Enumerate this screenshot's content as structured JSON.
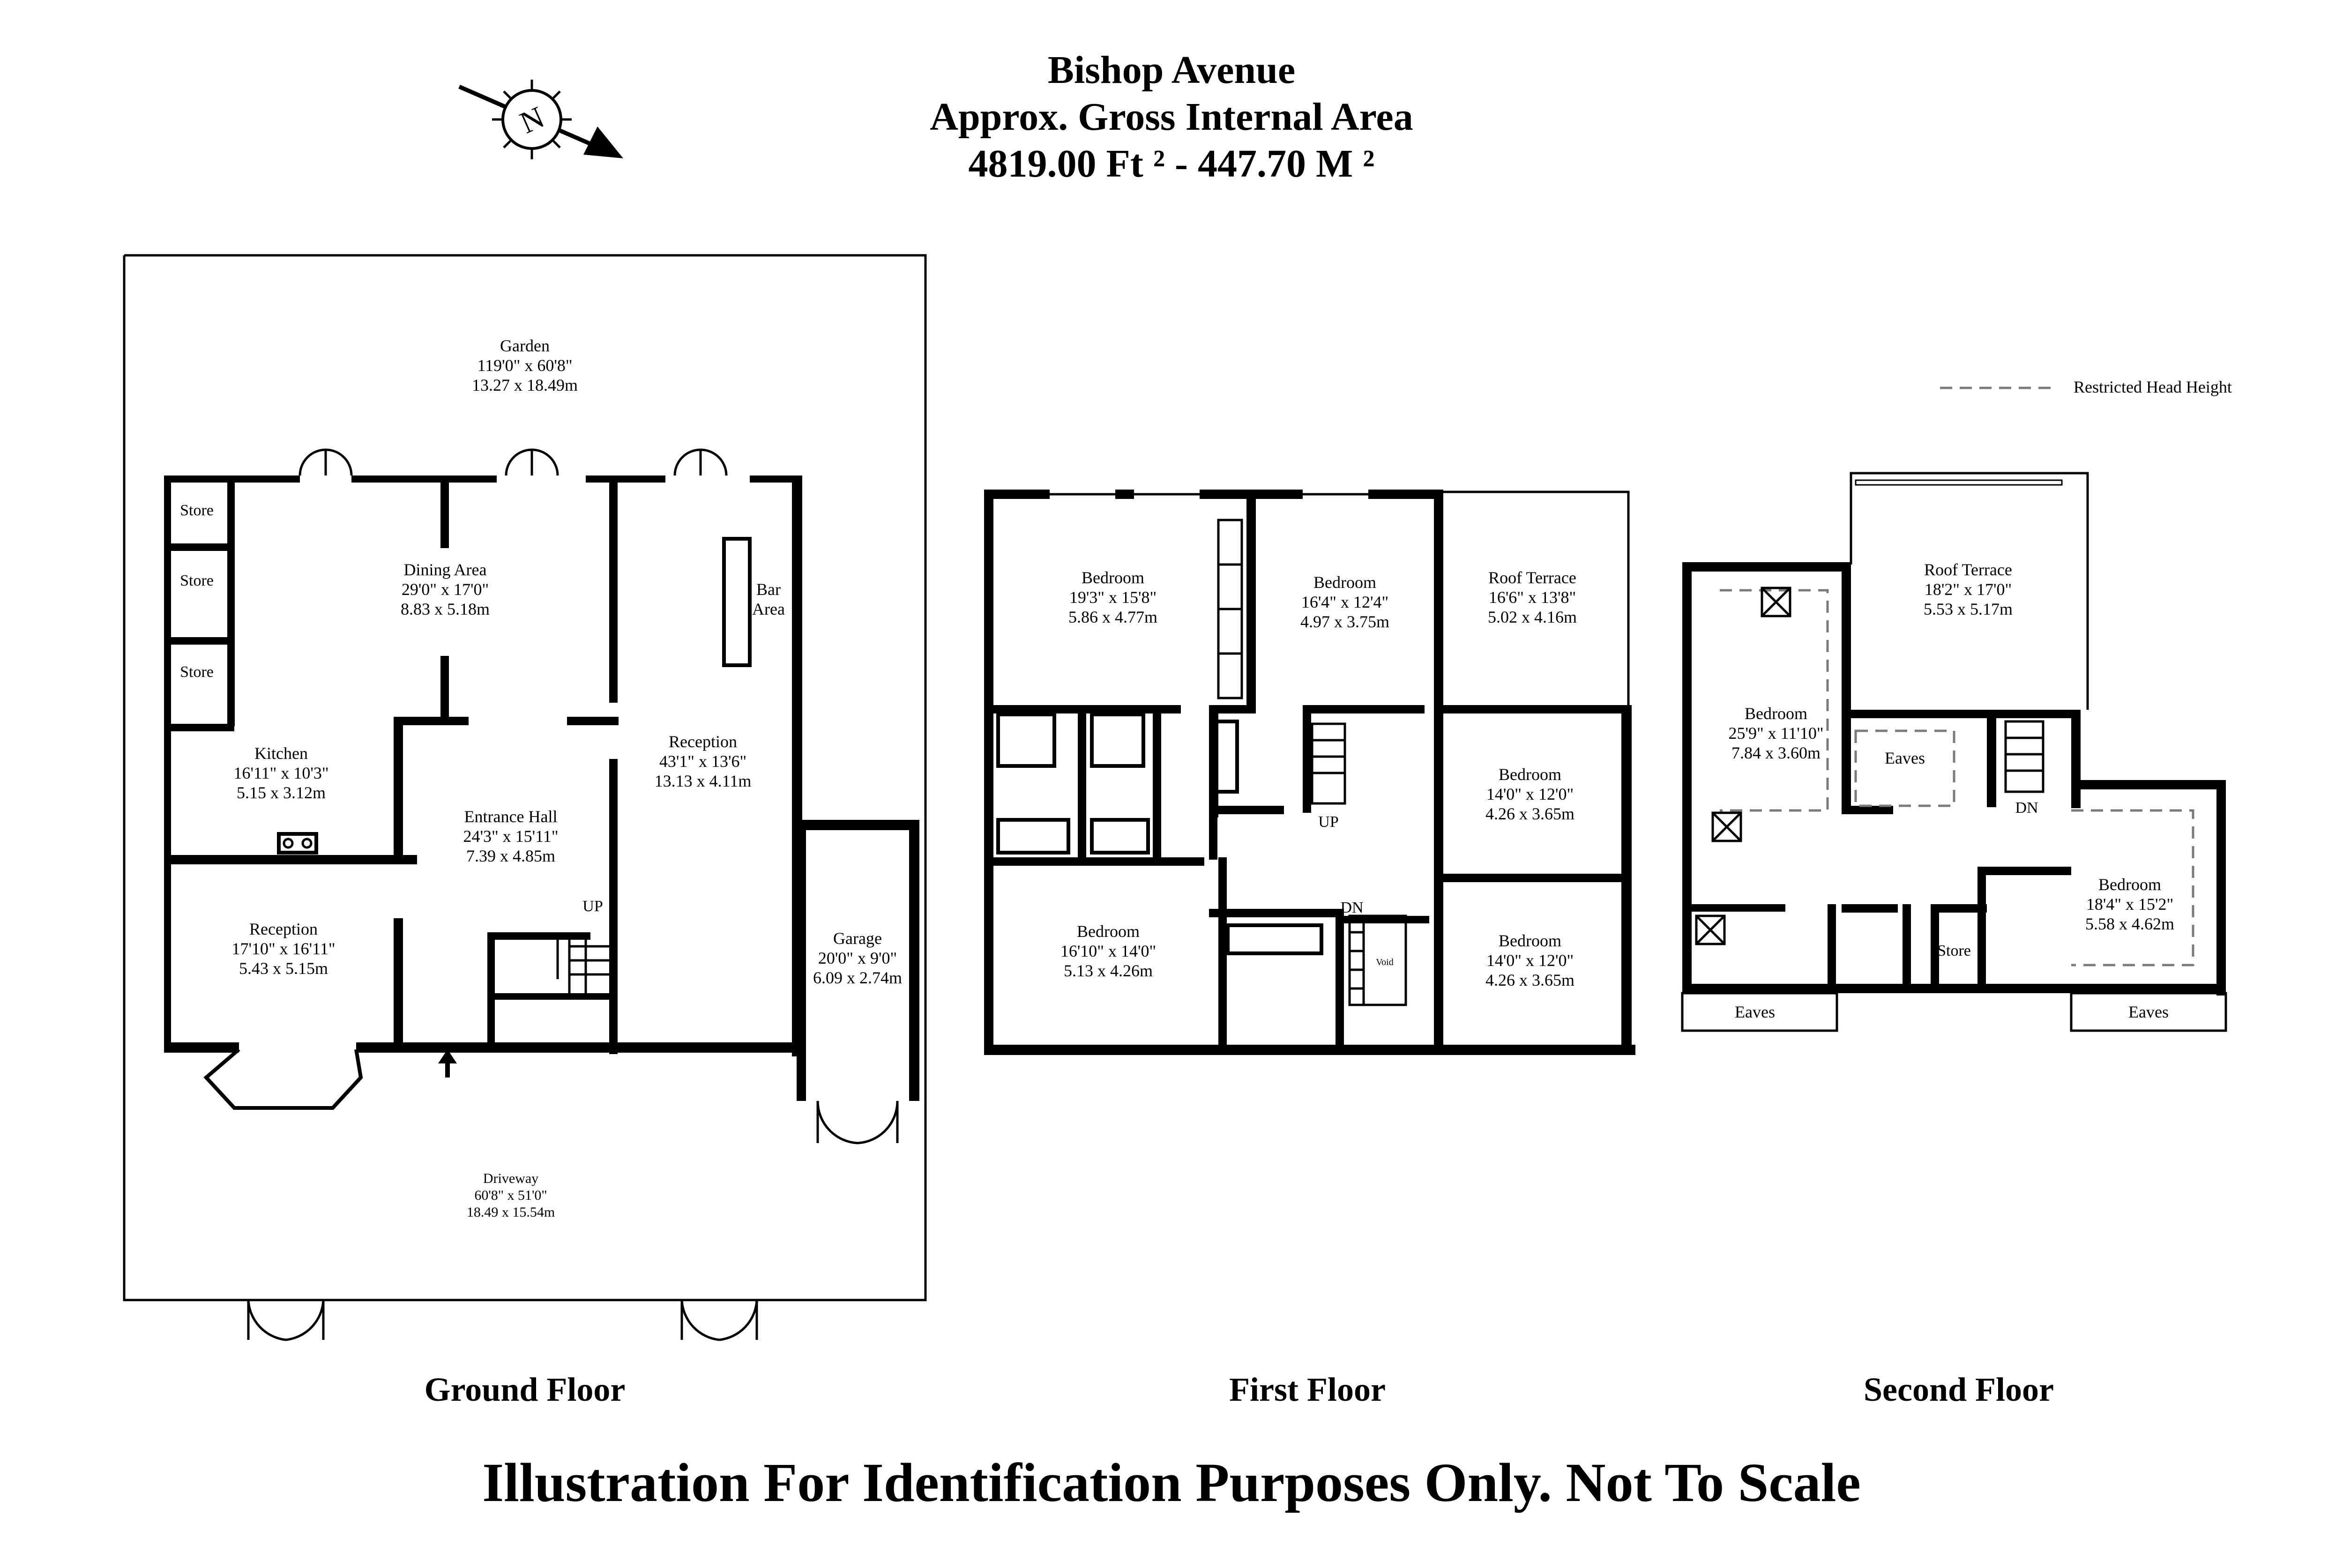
{
  "header": {
    "title": "Bishop Avenue",
    "subtitle": "Approx. Gross Internal Area",
    "area": "4819.00 Ft ² - 447.70 M ²"
  },
  "compass": {
    "letter": "N"
  },
  "legend": {
    "restricted": "Restricted Head Height"
  },
  "ground_floor": {
    "label": "Ground Floor",
    "garden": {
      "name": "Garden",
      "imperial": "119'0\" x 60'8\"",
      "metric": "13.27 x 18.49m"
    },
    "store1": "Store",
    "store2": "Store",
    "store3": "Store",
    "dining": {
      "name": "Dining Area",
      "imperial": "29'0\" x 17'0\"",
      "metric": "8.83 x 5.18m"
    },
    "bar": {
      "line1": "Bar",
      "line2": "Area"
    },
    "kitchen": {
      "name": "Kitchen",
      "imperial": "16'11\" x 10'3\"",
      "metric": "5.15 x 3.12m"
    },
    "reception_right": {
      "name": "Reception",
      "imperial": "43'1\" x 13'6\"",
      "metric": "13.13 x 4.11m"
    },
    "entrance": {
      "name": "Entrance Hall",
      "imperial": "24'3\" x 15'11\"",
      "metric": "7.39 x 4.85m"
    },
    "up": "UP",
    "reception_left": {
      "name": "Reception",
      "imperial": "17'10\" x 16'11\"",
      "metric": "5.43 x 5.15m"
    },
    "garage": {
      "name": "Garage",
      "imperial": "20'0\" x 9'0\"",
      "metric": "6.09 x 2.74m"
    },
    "driveway": {
      "name": "Driveway",
      "imperial": "60'8\" x 51'0\"",
      "metric": "18.49 x 15.54m"
    }
  },
  "first_floor": {
    "label": "First Floor",
    "bedroom_a": {
      "name": "Bedroom",
      "imperial": "19'3\" x 15'8\"",
      "metric": "5.86 x 4.77m"
    },
    "bedroom_b": {
      "name": "Bedroom",
      "imperial": "16'4\" x 12'4\"",
      "metric": "4.97 x 3.75m"
    },
    "terrace": {
      "name": "Roof Terrace",
      "imperial": "16'6\" x 13'8\"",
      "metric": "5.02 x 4.16m"
    },
    "bedroom_c": {
      "name": "Bedroom",
      "imperial": "14'0\" x 12'0\"",
      "metric": "4.26 x 3.65m"
    },
    "bedroom_d": {
      "name": "Bedroom",
      "imperial": "16'10\" x 14'0\"",
      "metric": "5.13 x 4.26m"
    },
    "bedroom_e": {
      "name": "Bedroom",
      "imperial": "14'0\" x 12'0\"",
      "metric": "4.26 x 3.65m"
    },
    "up": "UP",
    "dn": "DN",
    "void": "Void"
  },
  "second_floor": {
    "label": "Second Floor",
    "terrace": {
      "name": "Roof Terrace",
      "imperial": "18'2\" x 17'0\"",
      "metric": "5.53 x 5.17m"
    },
    "bedroom_a": {
      "name": "Bedroom",
      "imperial": "25'9\" x 11'10\"",
      "metric": "7.84 x 3.60m"
    },
    "eaves_top": "Eaves",
    "dn": "DN",
    "bedroom_b": {
      "name": "Bedroom",
      "imperial": "18'4\" x 15'2\"",
      "metric": "5.58 x 4.62m"
    },
    "store": "Store",
    "eaves_left": "Eaves",
    "eaves_right": "Eaves"
  },
  "footer": {
    "disclaimer": "Illustration For Identification Purposes Only. Not To Scale"
  }
}
